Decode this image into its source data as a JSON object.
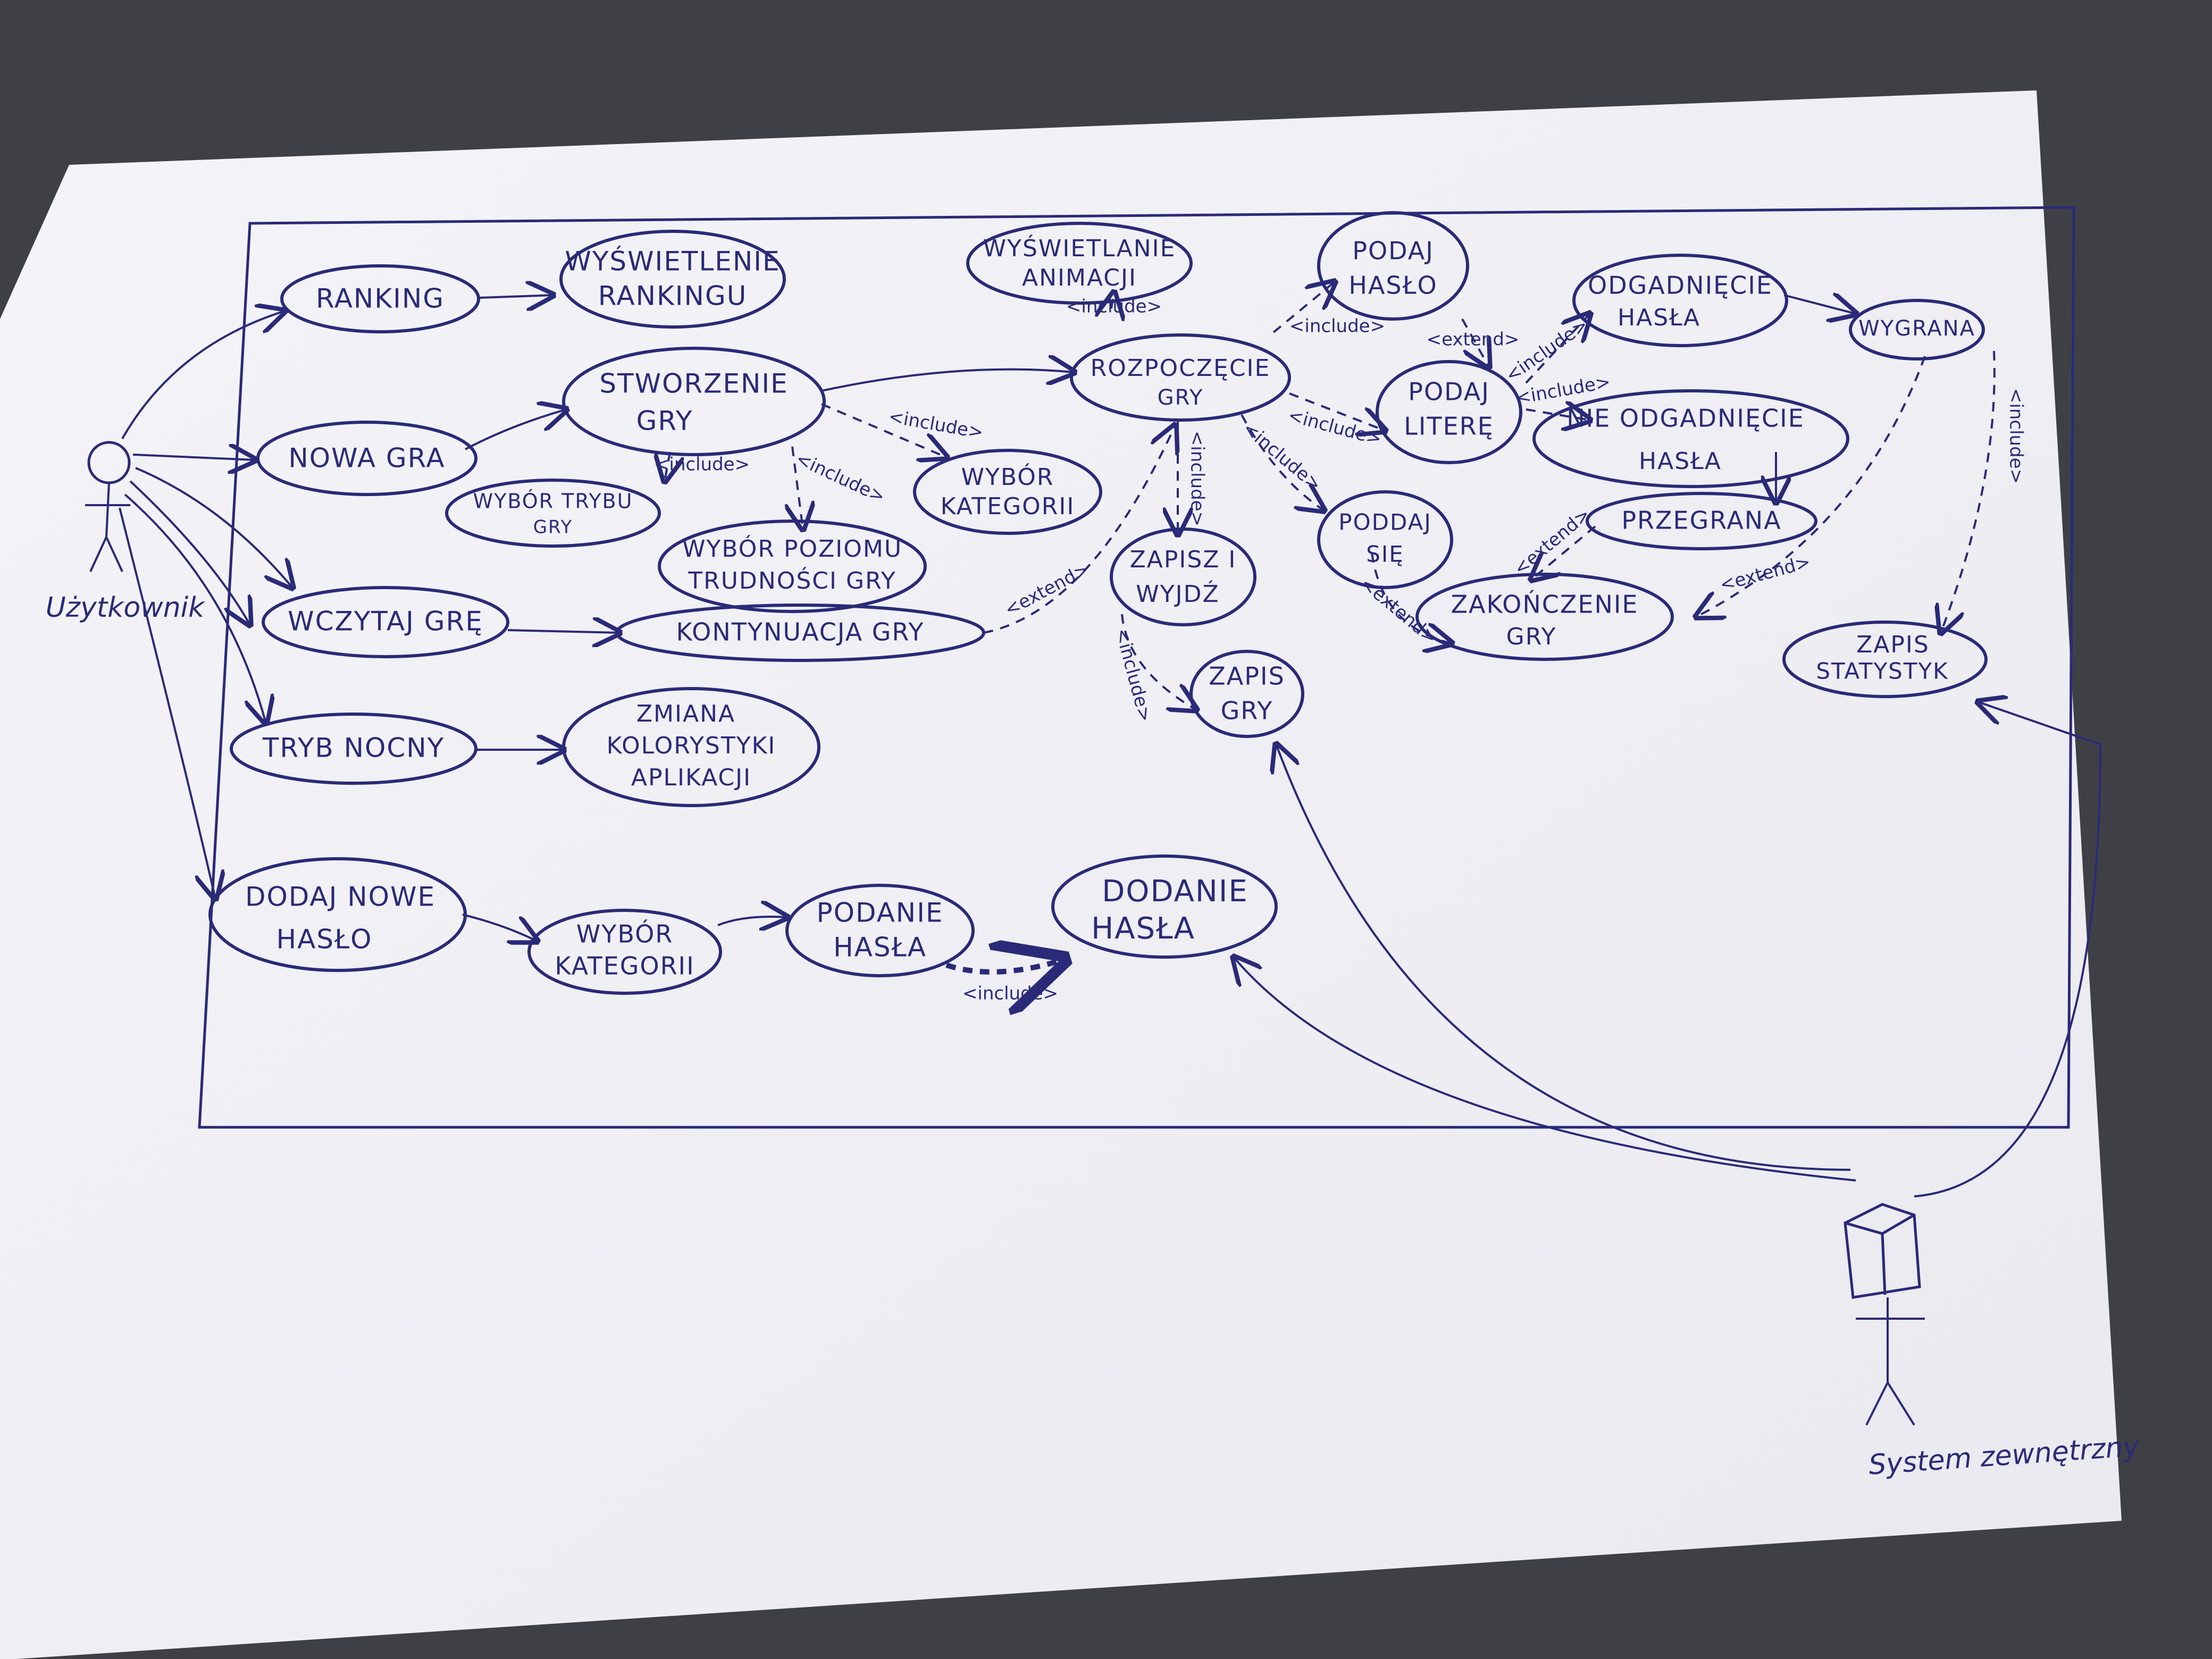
{
  "actors": {
    "user": {
      "label": "Użytkownik"
    },
    "external": {
      "label": "System zewnętrzny"
    }
  },
  "use_cases": {
    "ranking": "RANKING",
    "wyswietlenie_rankingu": [
      "WYŚWIETLENIE",
      "RANKINGU"
    ],
    "nowa_gra": "NOWA GRA",
    "stworzenie_gry": [
      "STWORZENIE",
      "GRY"
    ],
    "wybor_trybu": [
      "WYBÓR TRYBU",
      "GRY"
    ],
    "wybor_poziomu": [
      "WYBÓR POZIOMU",
      "TRUDNOŚCI GRY"
    ],
    "wybor_kategorii_1": [
      "WYBÓR",
      "KATEGORII"
    ],
    "wczytaj_gre": "WCZYTAJ GRĘ",
    "kontynuacja_gry": "KONTYNUACJA GRY",
    "tryb_nocny": "TRYB NOCNY",
    "zmiana_kolorystyki": [
      "ZMIANA",
      "KOLORYSTYKI",
      "APLIKACJI"
    ],
    "dodaj_nowe_haslo": [
      "DODAJ NOWE",
      "HASŁO"
    ],
    "wybor_kategorii_2": [
      "WYBÓR",
      "KATEGORII"
    ],
    "podanie_hasla": [
      "PODANIE",
      "HASŁA"
    ],
    "dodanie_hasla": [
      "DODANIE",
      "HASŁA"
    ],
    "wyswietlanie_animacji": [
      "WYŚWIETLANIE",
      "ANIMACJI"
    ],
    "rozpoczecie_gry": [
      "ROZPOCZĘCIE",
      "GRY"
    ],
    "zapisz_i_wyjdz": [
      "ZAPISZ I",
      "WYJDŹ"
    ],
    "zapis_gry": [
      "ZAPIS",
      "GRY"
    ],
    "podaj_haslo": [
      "PODAJ",
      "HASŁO"
    ],
    "podaj_litere": [
      "PODAJ",
      "LITERĘ"
    ],
    "poddaj_sie": [
      "PODDAJ",
      "SIĘ"
    ],
    "odgadniecie_hasla": [
      "ODGADNIĘCIE",
      "HASŁA"
    ],
    "nieodgadniecie_hasla": [
      "NIE ODGADNIĘCIE",
      "HASŁA"
    ],
    "wygrana": "WYGRANA",
    "przegrana": "PRZEGRANA",
    "zakonczenie_gry": [
      "ZAKOŃCZENIE",
      "GRY"
    ],
    "zapis_statystyk": [
      "ZAPIS",
      "STATYSTYK"
    ]
  },
  "stereotypes": {
    "include": "<include>",
    "extend": "<extend>"
  },
  "colors": {
    "ink": "#2a2a78",
    "paper": "#f1f1f5",
    "background": "#3f4046"
  }
}
